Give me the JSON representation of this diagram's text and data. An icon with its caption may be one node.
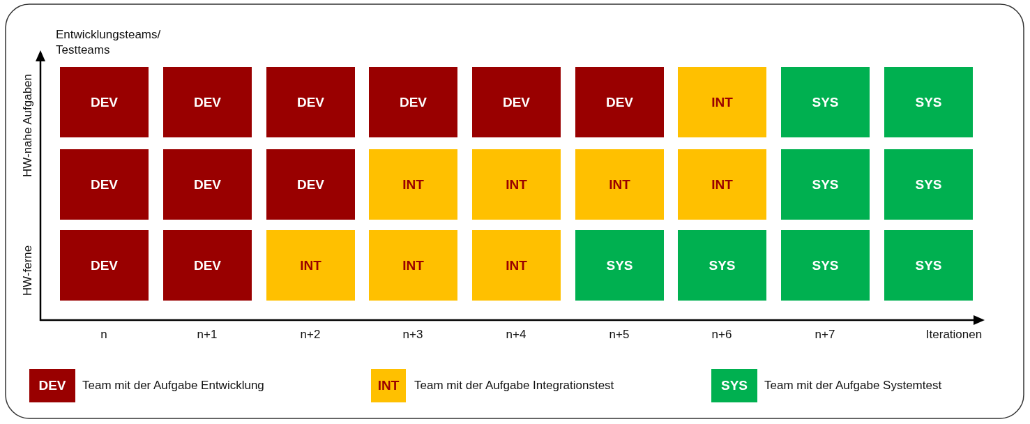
{
  "diagram": {
    "nodes": [
      {
        "text": [
          "DEV"
        ]
      },
      {
        "text": [
          "DEV"
        ]
      },
      {
        "text": [
          "DEV"
        ]
      },
      {
        "text": [
          "DEV"
        ]
      },
      {
        "text": [
          "DEV"
        ]
      },
      {
        "text": [
          "DEV"
        ]
      },
      {
        "text": [
          "INT"
        ]
      },
      {
        "text": [
          "SYS"
        ]
      },
      {
        "text": [
          "SYS"
        ]
      },
      {
        "text": [
          "DEV"
        ]
      },
      {
        "text": [
          "DEV"
        ]
      },
      {
        "text": [
          "DEV"
        ]
      },
      {
        "text": [
          "INT"
        ]
      },
      {
        "text": [
          "INT"
        ]
      },
      {
        "text": [
          "INT"
        ]
      },
      {
        "text": [
          "INT"
        ]
      },
      {
        "text": [
          "SYS"
        ]
      },
      {
        "text": [
          "SYS"
        ]
      },
      {
        "text": [
          "DEV"
        ]
      },
      {
        "text": [
          "DEV"
        ]
      },
      {
        "text": [
          "INT"
        ]
      },
      {
        "text": [
          "INT"
        ]
      },
      {
        "text": [
          "INT"
        ]
      },
      {
        "text": [
          "SYS"
        ]
      },
      {
        "text": [
          "SYS"
        ]
      },
      {
        "text": [
          "SYS"
        ]
      },
      {
        "text": [
          "SYS"
        ]
      }
    ],
    "labels": [
      "Entwicklungsteams/ Testteams",
      "HW-nahe Aufgaben",
      "HW-ferne",
      "n",
      "n+1",
      "n+2",
      "n+3",
      "n+4",
      "n+5",
      "n+6",
      "n+7",
      "Iterationen",
      "DEV",
      "INT",
      "SYS"
    ],
    "legend": [
      {
        "text": "Team mit der Aufgabe Entwicklung",
        "color": "#990000"
      },
      {
        "text": "Team mit der Aufgabe Integrationstest",
        "color": "#ffc000"
      },
      {
        "text": "Team mit der Aufgabe Systemtest",
        "color": "#00b050"
      }
    ]
  }
}
